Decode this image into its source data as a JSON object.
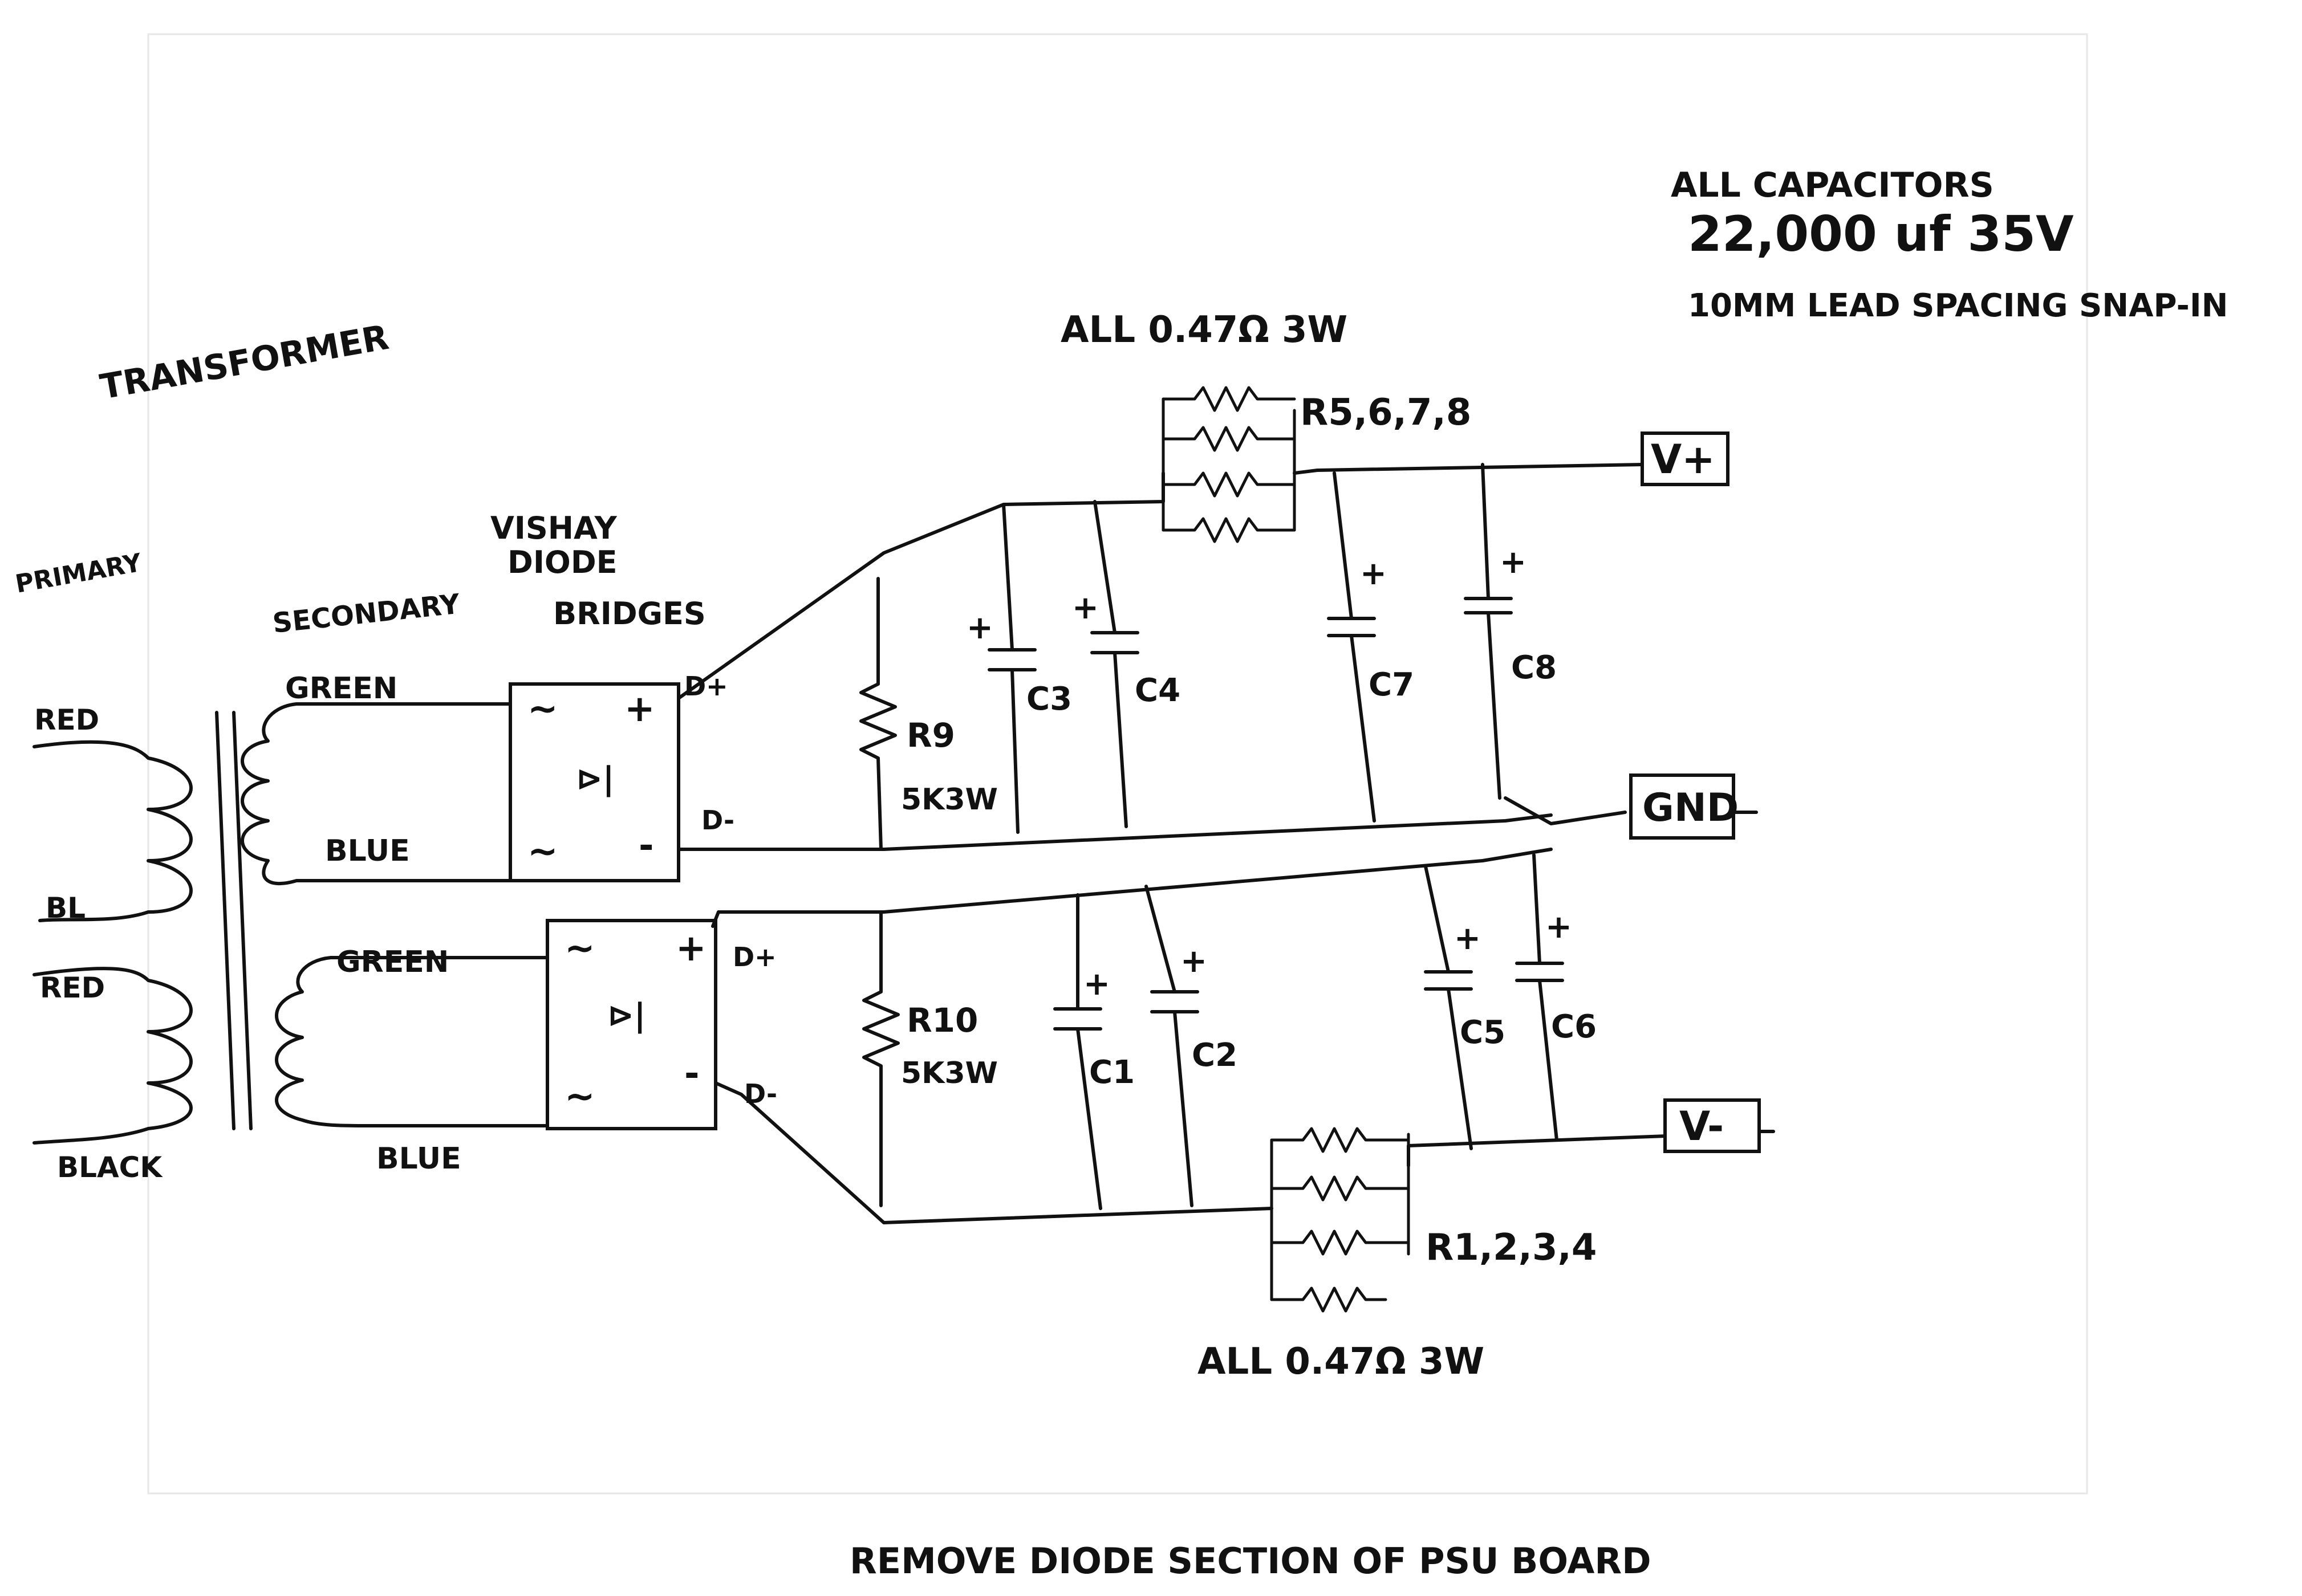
{
  "notes": {
    "caps_line1": "ALL CAPACITORS",
    "caps_line2": "22,000 uf 35V",
    "caps_line3": "10MM LEAD SPACING SNAP-IN",
    "res_top": "ALL 0.47Ω 3W",
    "res_bottom": "ALL 0.47Ω 3W",
    "footer": "REMOVE DIODE SECTION OF PSU BOARD"
  },
  "transformer": {
    "title": "TRANSFORMER",
    "primary": "PRIMARY",
    "secondary": "SECONDARY",
    "red_top": "RED",
    "bl": "BL",
    "red_bottom": "RED",
    "black": "BLACK",
    "green_top": "GREEN",
    "blue_top": "BLUE",
    "green_bottom": "GREEN",
    "blue_bottom": "BLUE"
  },
  "bridges": {
    "label_line1": "VISHAY",
    "label_line2": "DIODE",
    "label_line3": "BRIDGES",
    "ac_symbol": "~",
    "plus": "+",
    "minus": "-",
    "diode_symbol": "⊳|"
  },
  "nodes": {
    "d_plus_top": "D+",
    "d_minus_top": "D-",
    "d_plus_bottom": "D+",
    "d_minus_bottom": "D-"
  },
  "components": {
    "r9": "R9",
    "r9_value": "5K3W",
    "r10": "R10",
    "r10_value": "5K3W",
    "r5678": "R5,6,7,8",
    "r1234": "R1,2,3,4",
    "c1": "C1",
    "c2": "C2",
    "c3": "C3",
    "c4": "C4",
    "c5": "C5",
    "c6": "C6",
    "c7": "C7",
    "c8": "C8",
    "cap_plus": "+"
  },
  "outputs": {
    "v_plus": "V+",
    "gnd": "GND",
    "v_minus": "V-"
  }
}
